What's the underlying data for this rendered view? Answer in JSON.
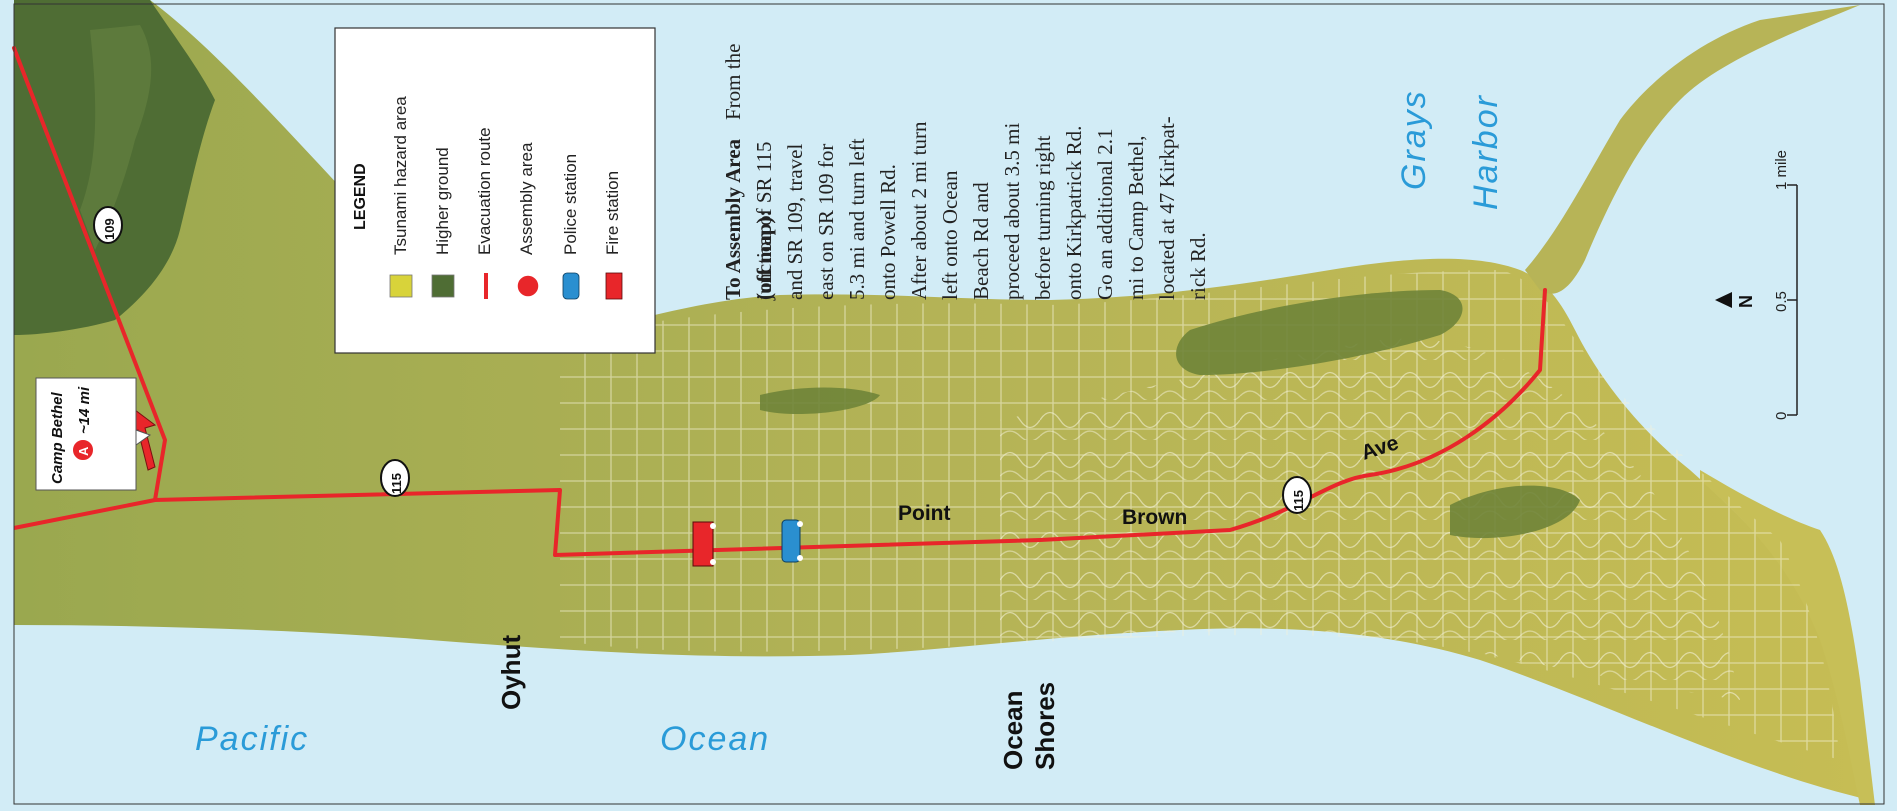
{
  "legend": {
    "title": "LEGEND",
    "items": [
      {
        "label": "Tsunami hazard area",
        "color": "#d8d33a"
      },
      {
        "label": "Higher ground",
        "color": "#4d6b2e"
      },
      {
        "label": "Evacuation route",
        "color": "#e8262a"
      },
      {
        "label": "Assembly area",
        "color": "#e8262a"
      },
      {
        "label": "Police station",
        "color": "#2a8fd0"
      },
      {
        "label": "Fire station",
        "color": "#e8262a"
      }
    ]
  },
  "directions": {
    "heading": "To Assembly Area",
    "heading2": "(off map):",
    "lines": [
      "From the",
      "junction of SR 115",
      "and SR 109, travel",
      "east on SR 109 for",
      "5.3 mi and turn left",
      "onto Powell Rd.",
      "After about 2 mi turn",
      "left onto Ocean",
      "Beach Rd and",
      "proceed about 3.5 mi",
      "before turning right",
      "onto Kirkpatrick Rd.",
      "Go an additional 2.1",
      "mi to Camp Bethel,",
      "located at 47 Kirkpat-",
      "rick Rd."
    ]
  },
  "labels": {
    "pacific": "Pacific",
    "ocean": "Ocean",
    "grays": "Grays",
    "harbor": "Harbor",
    "oyhut": "Oyhut",
    "ocean_shores_1": "Ocean",
    "ocean_shores_2": "Shores",
    "street_point": "Point",
    "street_brown": "Brown",
    "street_ave": "Ave"
  },
  "camp": {
    "name": "Camp Bethel",
    "assembly_letter": "A",
    "distance": "~14 mi"
  },
  "shields": {
    "sr109": "109",
    "sr115_a": "115",
    "sr115_b": "115"
  },
  "scale": {
    "ticks": [
      "0",
      "0.5",
      "1 mile"
    ],
    "north": "N"
  },
  "colors": {
    "water": "#d2ecf6",
    "land": "#a9b35a",
    "hazard": "#c9c44c",
    "higher_ground": "#4f6d34",
    "route": "#e8262a"
  }
}
